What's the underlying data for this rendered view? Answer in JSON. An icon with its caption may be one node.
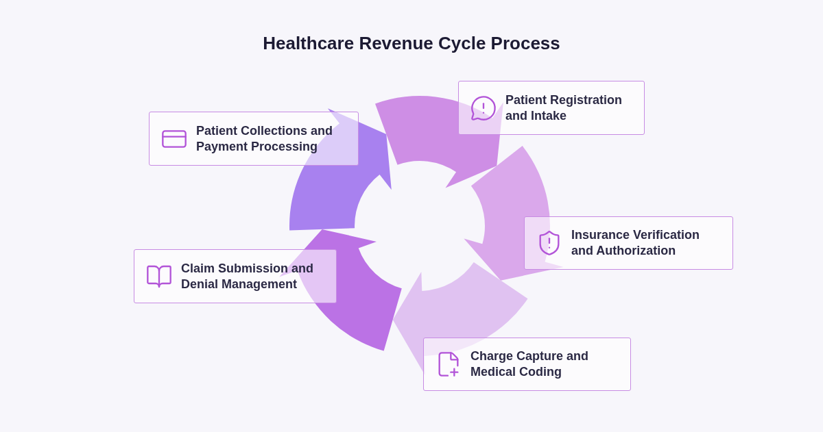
{
  "diagram": {
    "title": "Healthcare Revenue Cycle Process",
    "nodes": [
      {
        "text": [
          "Patient Registration and Intake"
        ]
      },
      {
        "text": [
          "Patient Collections and Payment Processing"
        ]
      },
      {
        "text": [
          "Insurance Verification and Authorization"
        ]
      },
      {
        "text": [
          "Claim Submission and Denial Management"
        ]
      },
      {
        "text": [
          "Charge Capture and Medical Coding"
        ]
      }
    ]
  }
}
